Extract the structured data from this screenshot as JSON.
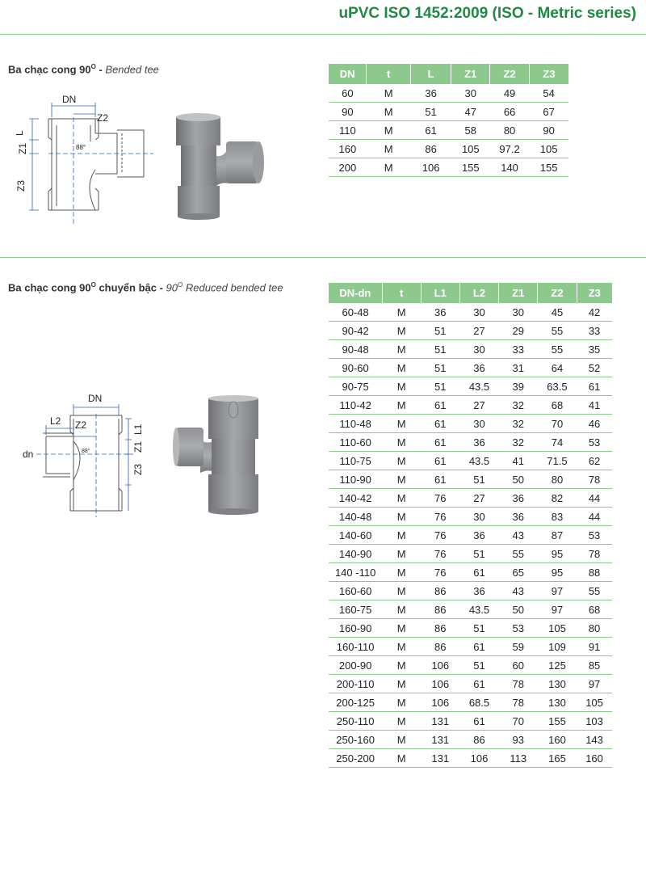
{
  "header": {
    "title": "uPVC ISO 1452:2009 (ISO - Metric series)"
  },
  "section1": {
    "title_vi": "Ba chạc cong 90",
    "title_sup": "O",
    "title_sep": " - ",
    "title_en": "Bended tee",
    "drawing": {
      "dn": "DN",
      "z2": "Z2",
      "l": "L",
      "z1": "Z1",
      "z3": "Z3",
      "angle": "88°"
    },
    "table": {
      "columns": [
        "DN",
        "t",
        "L",
        "Z1",
        "Z2",
        "Z3"
      ],
      "rows": [
        [
          "60",
          "M",
          "36",
          "30",
          "49",
          "54"
        ],
        [
          "90",
          "M",
          "51",
          "47",
          "66",
          "67"
        ],
        [
          "110",
          "M",
          "61",
          "58",
          "80",
          "90"
        ],
        [
          "160",
          "M",
          "86",
          "105",
          "97.2",
          "105"
        ],
        [
          "200",
          "M",
          "106",
          "155",
          "140",
          "155"
        ]
      ]
    }
  },
  "section2": {
    "title_vi": "Ba chạc cong 90",
    "title_sup": "O",
    "title_mid": " chuyển bậc - ",
    "title_en_pre": "90",
    "title_en_sup": "O",
    "title_en": " Reduced bended tee",
    "drawing": {
      "dn_big": "DN",
      "l2": "L2",
      "z2": "Z2",
      "l1": "L1",
      "dn_small": "dn",
      "z1": "Z1",
      "z3": "Z3",
      "angle": "88°"
    },
    "table": {
      "columns": [
        "DN-dn",
        "t",
        "L1",
        "L2",
        "Z1",
        "Z2",
        "Z3"
      ],
      "rows": [
        [
          "60-48",
          "M",
          "36",
          "30",
          "30",
          "45",
          "42"
        ],
        [
          "90-42",
          "M",
          "51",
          "27",
          "29",
          "55",
          "33"
        ],
        [
          "90-48",
          "M",
          "51",
          "30",
          "33",
          "55",
          "35"
        ],
        [
          "90-60",
          "M",
          "51",
          "36",
          "31",
          "64",
          "52"
        ],
        [
          "90-75",
          "M",
          "51",
          "43.5",
          "39",
          "63.5",
          "61"
        ],
        [
          "110-42",
          "M",
          "61",
          "27",
          "32",
          "68",
          "41"
        ],
        [
          "110-48",
          "M",
          "61",
          "30",
          "32",
          "70",
          "46"
        ],
        [
          "110-60",
          "M",
          "61",
          "36",
          "32",
          "74",
          "53"
        ],
        [
          "110-75",
          "M",
          "61",
          "43.5",
          "41",
          "71.5",
          "62"
        ],
        [
          "110-90",
          "M",
          "61",
          "51",
          "50",
          "80",
          "78"
        ],
        [
          "140-42",
          "M",
          "76",
          "27",
          "36",
          "82",
          "44"
        ],
        [
          "140-48",
          "M",
          "76",
          "30",
          "36",
          "83",
          "44"
        ],
        [
          "140-60",
          "M",
          "76",
          "36",
          "43",
          "87",
          "53"
        ],
        [
          "140-90",
          "M",
          "76",
          "51",
          "55",
          "95",
          "78"
        ],
        [
          "140 -110",
          "M",
          "76",
          "61",
          "65",
          "95",
          "88"
        ],
        [
          "160-60",
          "M",
          "86",
          "36",
          "43",
          "97",
          "55"
        ],
        [
          "160-75",
          "M",
          "86",
          "43.5",
          "50",
          "97",
          "68"
        ],
        [
          "160-90",
          "M",
          "86",
          "51",
          "53",
          "105",
          "80"
        ],
        [
          "160-110",
          "M",
          "86",
          "61",
          "59",
          "109",
          "91"
        ],
        [
          "200-90",
          "M",
          "106",
          "51",
          "60",
          "125",
          "85"
        ],
        [
          "200-110",
          "M",
          "106",
          "61",
          "78",
          "130",
          "97"
        ],
        [
          "200-125",
          "M",
          "106",
          "68.5",
          "78",
          "130",
          "105"
        ],
        [
          "250-110",
          "M",
          "131",
          "61",
          "70",
          "155",
          "103"
        ],
        [
          "250-160",
          "M",
          "131",
          "86",
          "93",
          "160",
          "143"
        ],
        [
          "250-200",
          "M",
          "131",
          "106",
          "113",
          "165",
          "160"
        ]
      ]
    }
  },
  "colors": {
    "accent_green": "#1f8a43",
    "table_header": "#8dc98c",
    "rule": "#8cc98a",
    "pipe_gray": "#8b8d90"
  }
}
